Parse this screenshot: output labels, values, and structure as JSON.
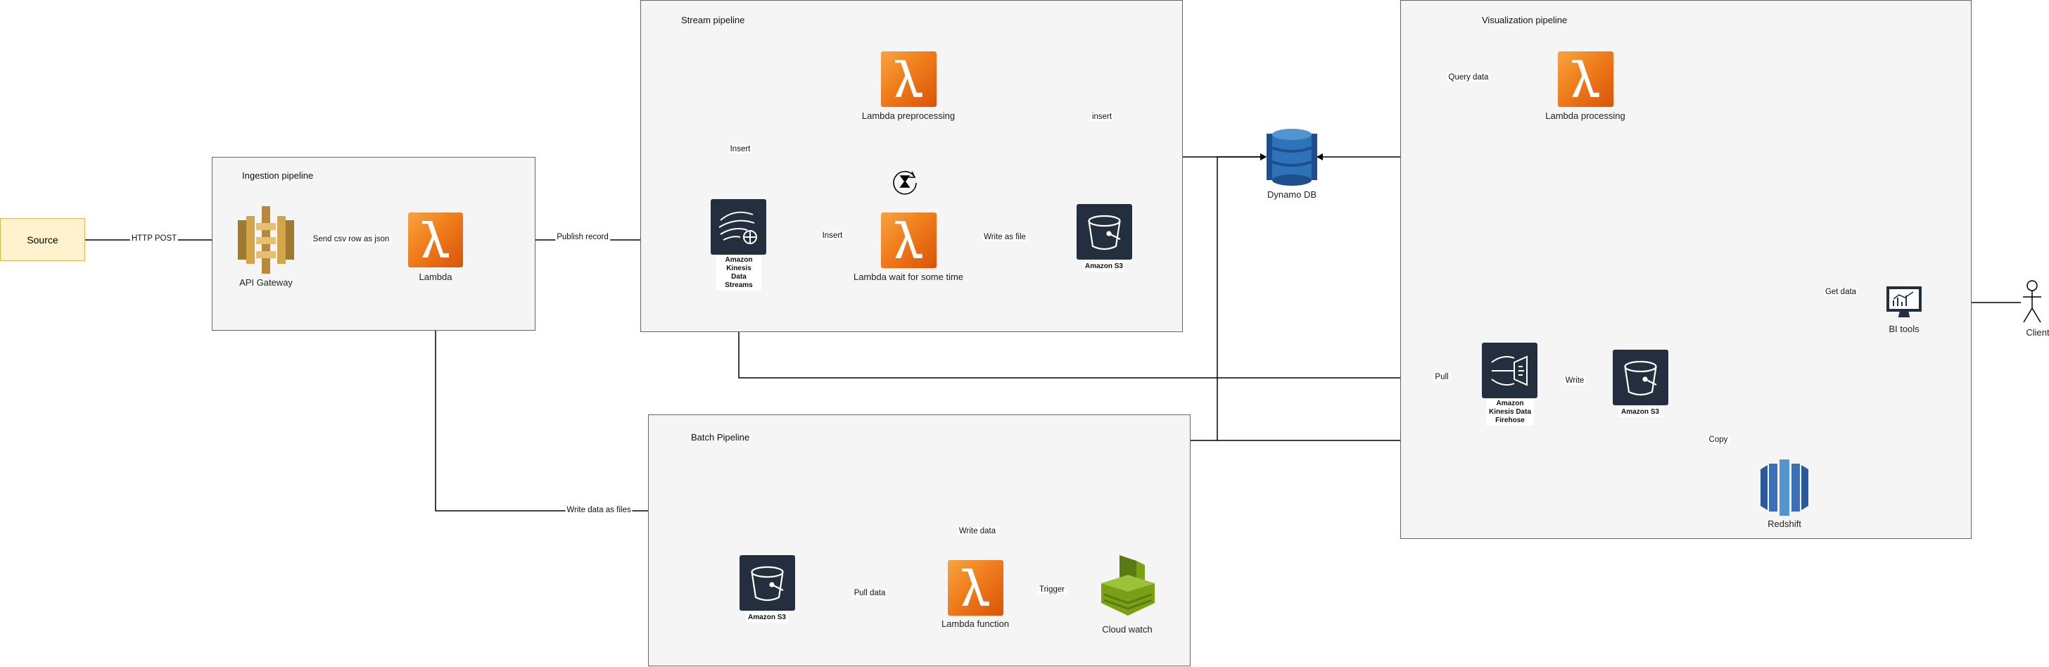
{
  "groups": {
    "ingestion": "Ingestion pipeline",
    "stream": "Stream pipeline",
    "batch": "Batch Pipeline",
    "visualization": "Visualization pipeline"
  },
  "nodes": {
    "source": "Source",
    "api_gateway": "API Gateway",
    "lambda": "Lambda",
    "kinesis_streams": "Amazon Kinesis Data Streams",
    "lambda_preprocessing": "Lambda preprocessing",
    "lambda_wait": "Lambda wait for some time",
    "s3_stream": "Amazon S3",
    "dynamodb": "Dynamo DB",
    "lambda_processing": "Lambda processing",
    "kinesis_firehose": "Amazon Kinesis Data Firehose",
    "s3_viz": "Amazon S3",
    "redshift": "Redshift",
    "bi_tools": "BI tools",
    "client": "Client",
    "s3_batch": "Amazon S3",
    "lambda_function": "Lambda function",
    "cloud_watch": "Cloud watch"
  },
  "edges": {
    "http_post": "HTTP POST",
    "send_csv": "Send csv row as json",
    "publish_record": "Publish record",
    "insert_pre": "Insert",
    "insert_wait": "Insert",
    "insert_dynamo": "insert",
    "write_as_file": "Write as file",
    "query_data": "Query data",
    "get_data": "Get data",
    "pull": "Pull",
    "write": "Write",
    "copy": "Copy",
    "write_files": "Write data as files",
    "write_data": "Write data",
    "pull_data": "Pull data",
    "trigger": "Trigger"
  },
  "colors": {
    "group_fill": "#f5f5f5",
    "group_border": "#666666",
    "lambda_orange": "#f07d1b",
    "aws_navy": "#232f3e",
    "dynamo_blue": "#2e73b8",
    "redshift_blue": "#3b6fb6",
    "api_gold": "#d3a44a",
    "cloudwatch_green": "#7aa116",
    "source_fill": "#fff2cc",
    "source_border": "#d6b656"
  },
  "icons": {
    "lambda": "lambda-icon",
    "kinesis_streams": "kinesis-streams-icon",
    "kinesis_firehose": "kinesis-firehose-icon",
    "s3": "s3-bucket-icon",
    "dynamodb": "dynamodb-icon",
    "redshift": "redshift-icon",
    "api_gateway": "api-gateway-icon",
    "cloud_watch": "cloudwatch-icon",
    "bi_tools": "bi-monitor-icon",
    "client": "user-icon",
    "timer": "timer-icon"
  }
}
